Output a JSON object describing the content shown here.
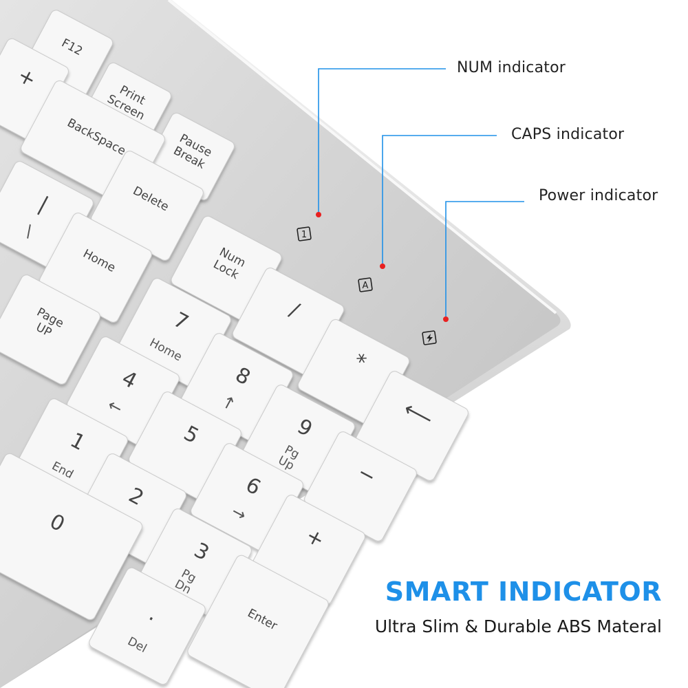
{
  "callouts": {
    "num": "NUM indicator",
    "caps": "CAPS indicator",
    "power": "Power indicator"
  },
  "headline": "SMART INDICATOR",
  "subline": "Ultra Slim & Durable ABS Materal",
  "colors": {
    "accent": "#1e90e8",
    "led": "#e82020",
    "body": "#d4d4d4",
    "key": "#f7f7f7"
  },
  "indicator_icons": [
    "1",
    "A",
    "power-bolt-icon"
  ],
  "keys": [
    {
      "id": "f12",
      "label": "F12",
      "sub": ""
    },
    {
      "id": "print-screen",
      "label": "Print Screen",
      "sub": ""
    },
    {
      "id": "pause-break",
      "label": "Pause Break",
      "sub": ""
    },
    {
      "id": "plus-top",
      "label": "+",
      "sub": ""
    },
    {
      "id": "backspace",
      "label": "BackSpace",
      "sub": ""
    },
    {
      "id": "delete",
      "label": "Delete",
      "sub": ""
    },
    {
      "id": "backslash",
      "label": "|",
      "sub": "\\"
    },
    {
      "id": "home",
      "label": "Home",
      "sub": ""
    },
    {
      "id": "num-lock",
      "label": "Num Lock",
      "sub": ""
    },
    {
      "id": "page-up",
      "label": "Page UP",
      "sub": ""
    },
    {
      "id": "num-7",
      "label": "7",
      "sub": "Home"
    },
    {
      "id": "slash",
      "label": "/",
      "sub": ""
    },
    {
      "id": "asterisk",
      "label": "*",
      "sub": ""
    },
    {
      "id": "num-8",
      "label": "8",
      "sub": "↑"
    },
    {
      "id": "num-4",
      "label": "4",
      "sub": "←"
    },
    {
      "id": "num-9",
      "label": "9",
      "sub": "Pg Up"
    },
    {
      "id": "num-back",
      "label": "⟵",
      "sub": ""
    },
    {
      "id": "num-5",
      "label": "5",
      "sub": ""
    },
    {
      "id": "num-1",
      "label": "1",
      "sub": "End"
    },
    {
      "id": "num-6",
      "label": "6",
      "sub": "→"
    },
    {
      "id": "minus",
      "label": "−",
      "sub": ""
    },
    {
      "id": "num-2",
      "label": "2",
      "sub": "↓"
    },
    {
      "id": "num-plus",
      "label": "+",
      "sub": ""
    },
    {
      "id": "num-0",
      "label": "0",
      "sub": ""
    },
    {
      "id": "num-3",
      "label": "3",
      "sub": "Pg Dn"
    },
    {
      "id": "num-dot",
      "label": ".",
      "sub": "Del"
    },
    {
      "id": "enter",
      "label": "Enter",
      "sub": ""
    }
  ]
}
